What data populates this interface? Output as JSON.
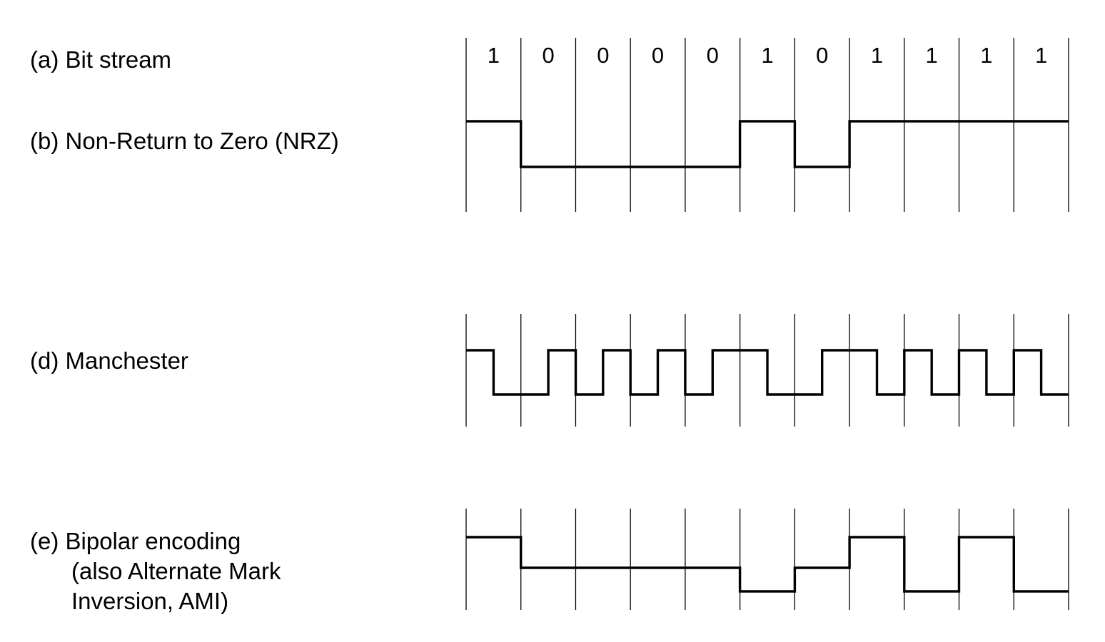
{
  "labels": {
    "a": "(a) Bit stream",
    "b": "(b) Non-Return to Zero (NRZ)",
    "d": "(d) Manchester",
    "e_line1": "(e) Bipolar encoding",
    "e_line2": "(also Alternate Mark",
    "e_line3": "Inversion, AMI)"
  },
  "bits": [
    "1",
    "0",
    "0",
    "0",
    "0",
    "1",
    "0",
    "1",
    "1",
    "1",
    "1"
  ],
  "colors": {
    "line": "#000000",
    "background": "#ffffff"
  }
}
